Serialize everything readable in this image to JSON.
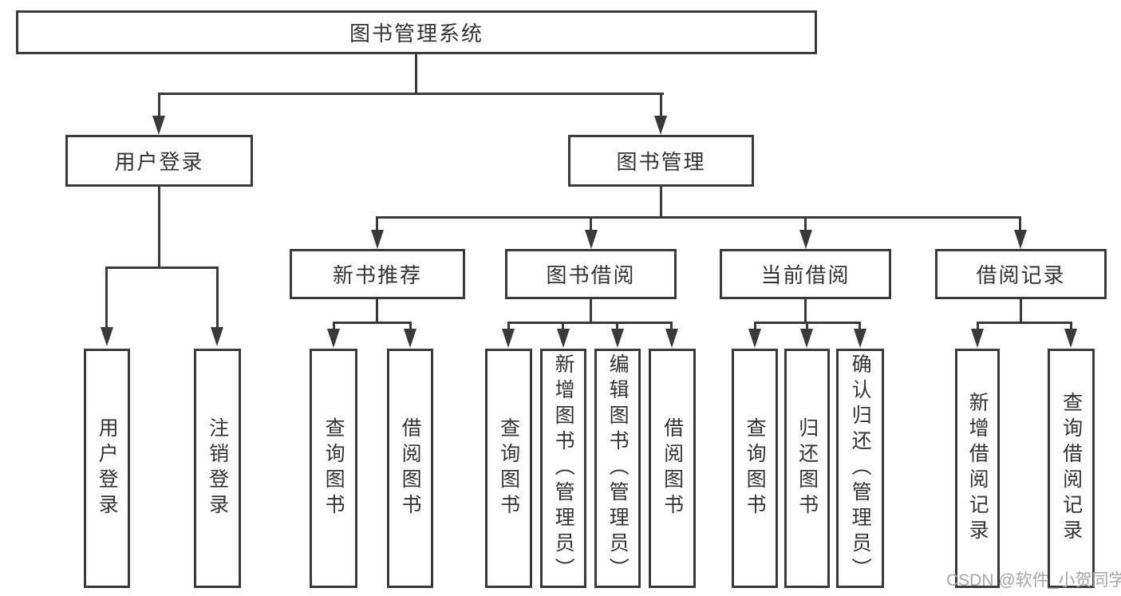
{
  "colors": {
    "line": "#3a3a3a",
    "text": "#333333",
    "background": "#ffffff",
    "watermark": "#a6a6a6"
  },
  "watermark": {
    "text": "CSDN @软件_小贺同学"
  },
  "tree": {
    "label": "图书管理系统",
    "children": [
      {
        "label": "用户登录",
        "children": [
          {
            "label": "用户登录"
          },
          {
            "label": "注销登录"
          }
        ]
      },
      {
        "label": "图书管理",
        "children": [
          {
            "label": "新书推荐",
            "children": [
              {
                "label": "查询图书"
              },
              {
                "label": "借阅图书"
              }
            ]
          },
          {
            "label": "图书借阅",
            "children": [
              {
                "label": "查询图书"
              },
              {
                "label": "新增图书（管理员）"
              },
              {
                "label": "编辑图书（管理员）"
              },
              {
                "label": "借阅图书"
              }
            ]
          },
          {
            "label": "当前借阅",
            "children": [
              {
                "label": "查询图书"
              },
              {
                "label": "归还图书"
              },
              {
                "label": "确认归还（管理员）"
              }
            ]
          },
          {
            "label": "借阅记录",
            "children": [
              {
                "label": "新增借阅记录"
              },
              {
                "label": "查询借阅记录"
              }
            ]
          }
        ]
      }
    ]
  }
}
